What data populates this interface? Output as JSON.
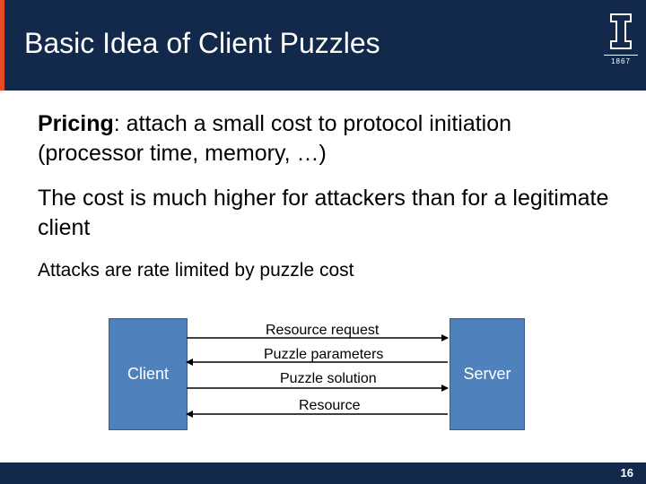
{
  "slide": {
    "title": "Basic Idea of Client Puzzles",
    "page_number": "16"
  },
  "logo": {
    "year": "1867",
    "colors": {
      "navy": "#13294b",
      "orange": "#e84a27"
    }
  },
  "content": {
    "p1_term": "Pricing",
    "p1_rest": ": attach a small cost to protocol initiation (processor time, memory, …)",
    "p2": "The cost is much higher for attackers than for a legitimate client",
    "p3": "Attacks are rate limited by puzzle cost"
  },
  "diagram": {
    "client_label": "Client",
    "server_label": "Server",
    "box_color": "#4f81bd",
    "messages": [
      {
        "label": "Resource request",
        "direction": "client-to-server"
      },
      {
        "label": "Puzzle parameters",
        "direction": "server-to-client"
      },
      {
        "label": "Puzzle solution",
        "direction": "client-to-server"
      },
      {
        "label": "Resource",
        "direction": "server-to-client"
      }
    ]
  }
}
